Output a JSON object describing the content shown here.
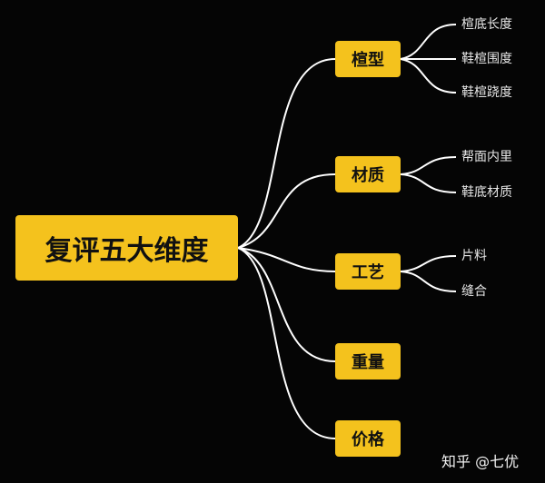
{
  "root": {
    "label": "复评五大维度"
  },
  "branches": [
    {
      "label": "楦型",
      "children": [
        "楦底长度",
        "鞋楦围度",
        "鞋楦跷度"
      ]
    },
    {
      "label": "材质",
      "children": [
        "帮面内里",
        "鞋底材质"
      ]
    },
    {
      "label": "工艺",
      "children": [
        "片料",
        "缝合"
      ]
    },
    {
      "label": "重量",
      "children": []
    },
    {
      "label": "价格",
      "children": []
    }
  ],
  "watermark": "知乎 @七优",
  "colors": {
    "node_fill": "#f4c21d",
    "connector": "#ffffff",
    "background": "#050505"
  }
}
